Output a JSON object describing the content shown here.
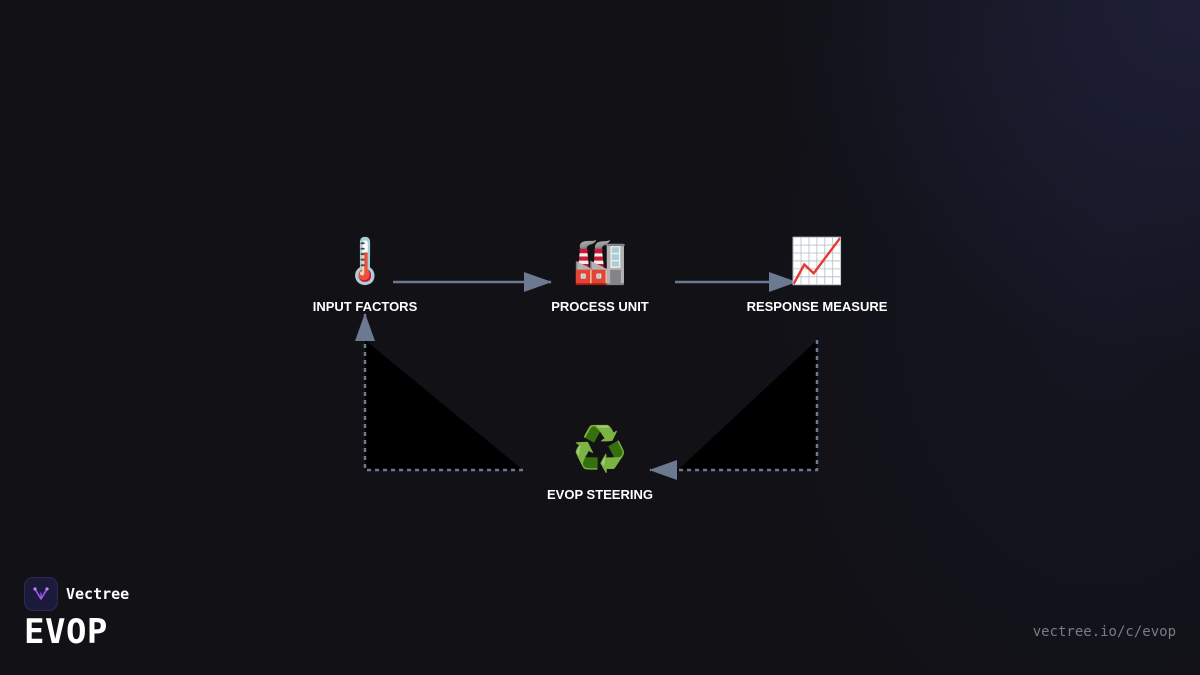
{
  "brand": {
    "name": "Vectree",
    "logo_icon": "vectree-logo-icon",
    "logo_color": "#a855f7"
  },
  "page": {
    "title": "EVOP",
    "url": "vectree.io/c/evop"
  },
  "colors": {
    "arrow": "#6b7a90",
    "label": "#ffffff",
    "background": "#111116"
  },
  "diagram": {
    "nodes": [
      {
        "id": "input",
        "label": "INPUT FACTORS",
        "icon": "🌡️",
        "icon_name": "thermometer-icon"
      },
      {
        "id": "process",
        "label": "PROCESS UNIT",
        "icon": "🏭",
        "icon_name": "factory-icon"
      },
      {
        "id": "response",
        "label": "RESPONSE MEASURE",
        "icon": "📈",
        "icon_name": "chart-increasing-icon"
      },
      {
        "id": "steering",
        "label": "EVOP STEERING",
        "icon": "♻️",
        "icon_name": "recycle-icon"
      }
    ],
    "edges": [
      {
        "from": "input",
        "to": "process",
        "style": "solid"
      },
      {
        "from": "process",
        "to": "response",
        "style": "solid"
      },
      {
        "from": "response",
        "to": "steering",
        "style": "dashed"
      },
      {
        "from": "steering",
        "to": "input",
        "style": "dashed"
      }
    ]
  }
}
